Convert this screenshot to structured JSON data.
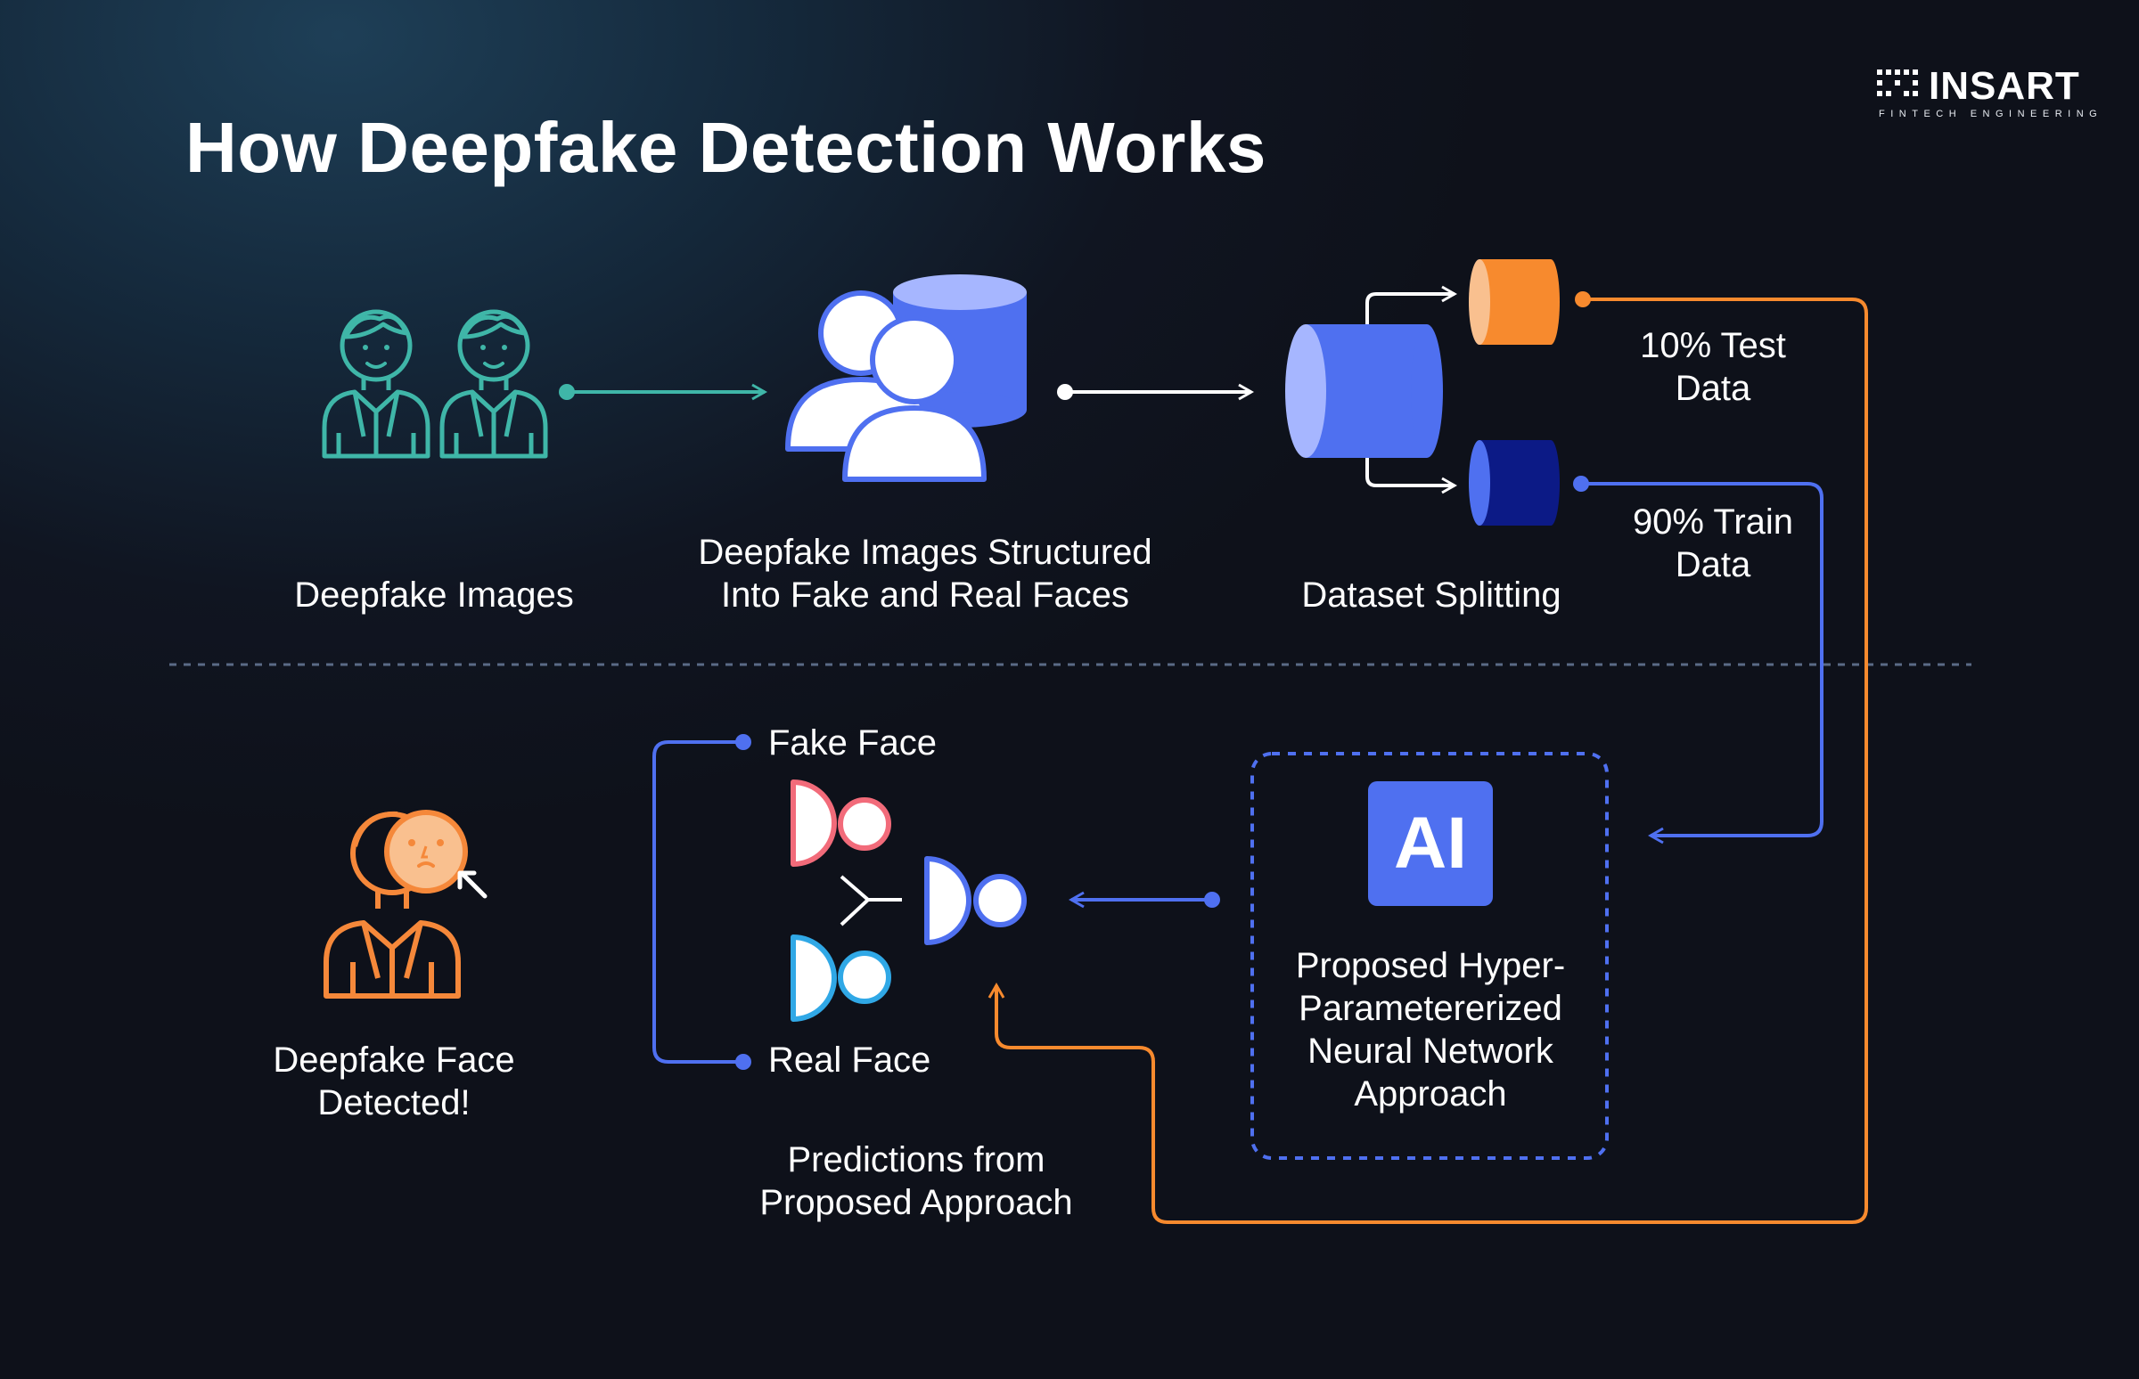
{
  "title": "How Deepfake Detection Works",
  "logo": {
    "name": "INSART",
    "tagline": "FINTECH ENGINEERING"
  },
  "steps": {
    "deepfake_images": "Deepfake Images",
    "structured_1": "Deepfake Images Structured",
    "structured_2": "Into Fake and Real Faces",
    "splitting": "Dataset Splitting",
    "test_1": "10% Test",
    "test_2": "Data",
    "train_1": "90% Train",
    "train_2": "Data",
    "ai_badge": "AI",
    "proposed_1": "Proposed Hyper-",
    "proposed_2": "Parametererized",
    "proposed_3": "Neural Network",
    "proposed_4": "Approach",
    "fake_face": "Fake Face",
    "real_face": "Real Face",
    "predictions_1": "Predictions from",
    "predictions_2": "Proposed Approach",
    "detected_1": "Deepfake Face",
    "detected_2": "Detected!"
  },
  "colors": {
    "teal": "#3fb6a8",
    "blue": "#4f70f0",
    "light_blue": "#a6b6ff",
    "navy": "#0c1a86",
    "orange": "#f78a2e",
    "peach": "#f9c08f",
    "pink": "#f26b7a",
    "cyan": "#30a8e6",
    "face_orange": "#f5883a",
    "divider": "#5a6a86"
  }
}
